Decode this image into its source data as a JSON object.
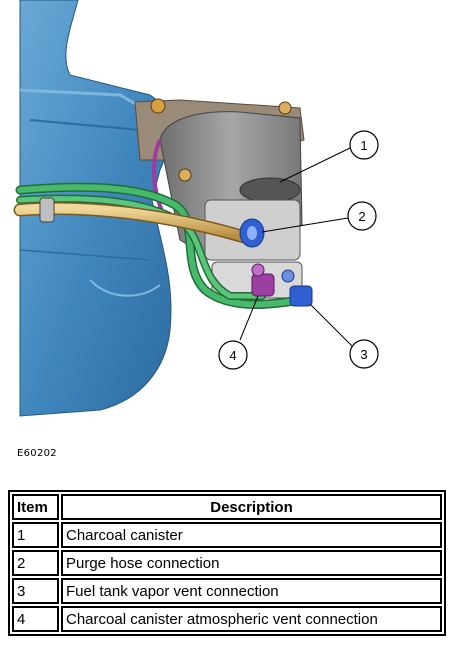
{
  "figure": {
    "id": "E60202",
    "callouts": [
      "1",
      "2",
      "3",
      "4"
    ]
  },
  "table": {
    "headers": {
      "item": "Item",
      "description": "Description"
    },
    "rows": [
      {
        "item": "1",
        "description": "Charcoal canister"
      },
      {
        "item": "2",
        "description": "Purge hose connection"
      },
      {
        "item": "3",
        "description": "Fuel tank vapor vent connection"
      },
      {
        "item": "4",
        "description": "Charcoal canister atmospheric vent connection"
      }
    ]
  },
  "colors": {
    "tank": "#4f92c4",
    "canister": "#8c8c8c",
    "green_hose": "#39a15a",
    "tan_pipe": "#d8b46a",
    "purple_connector": "#9b3fa2",
    "blue_connector": "#2f5fd0"
  }
}
